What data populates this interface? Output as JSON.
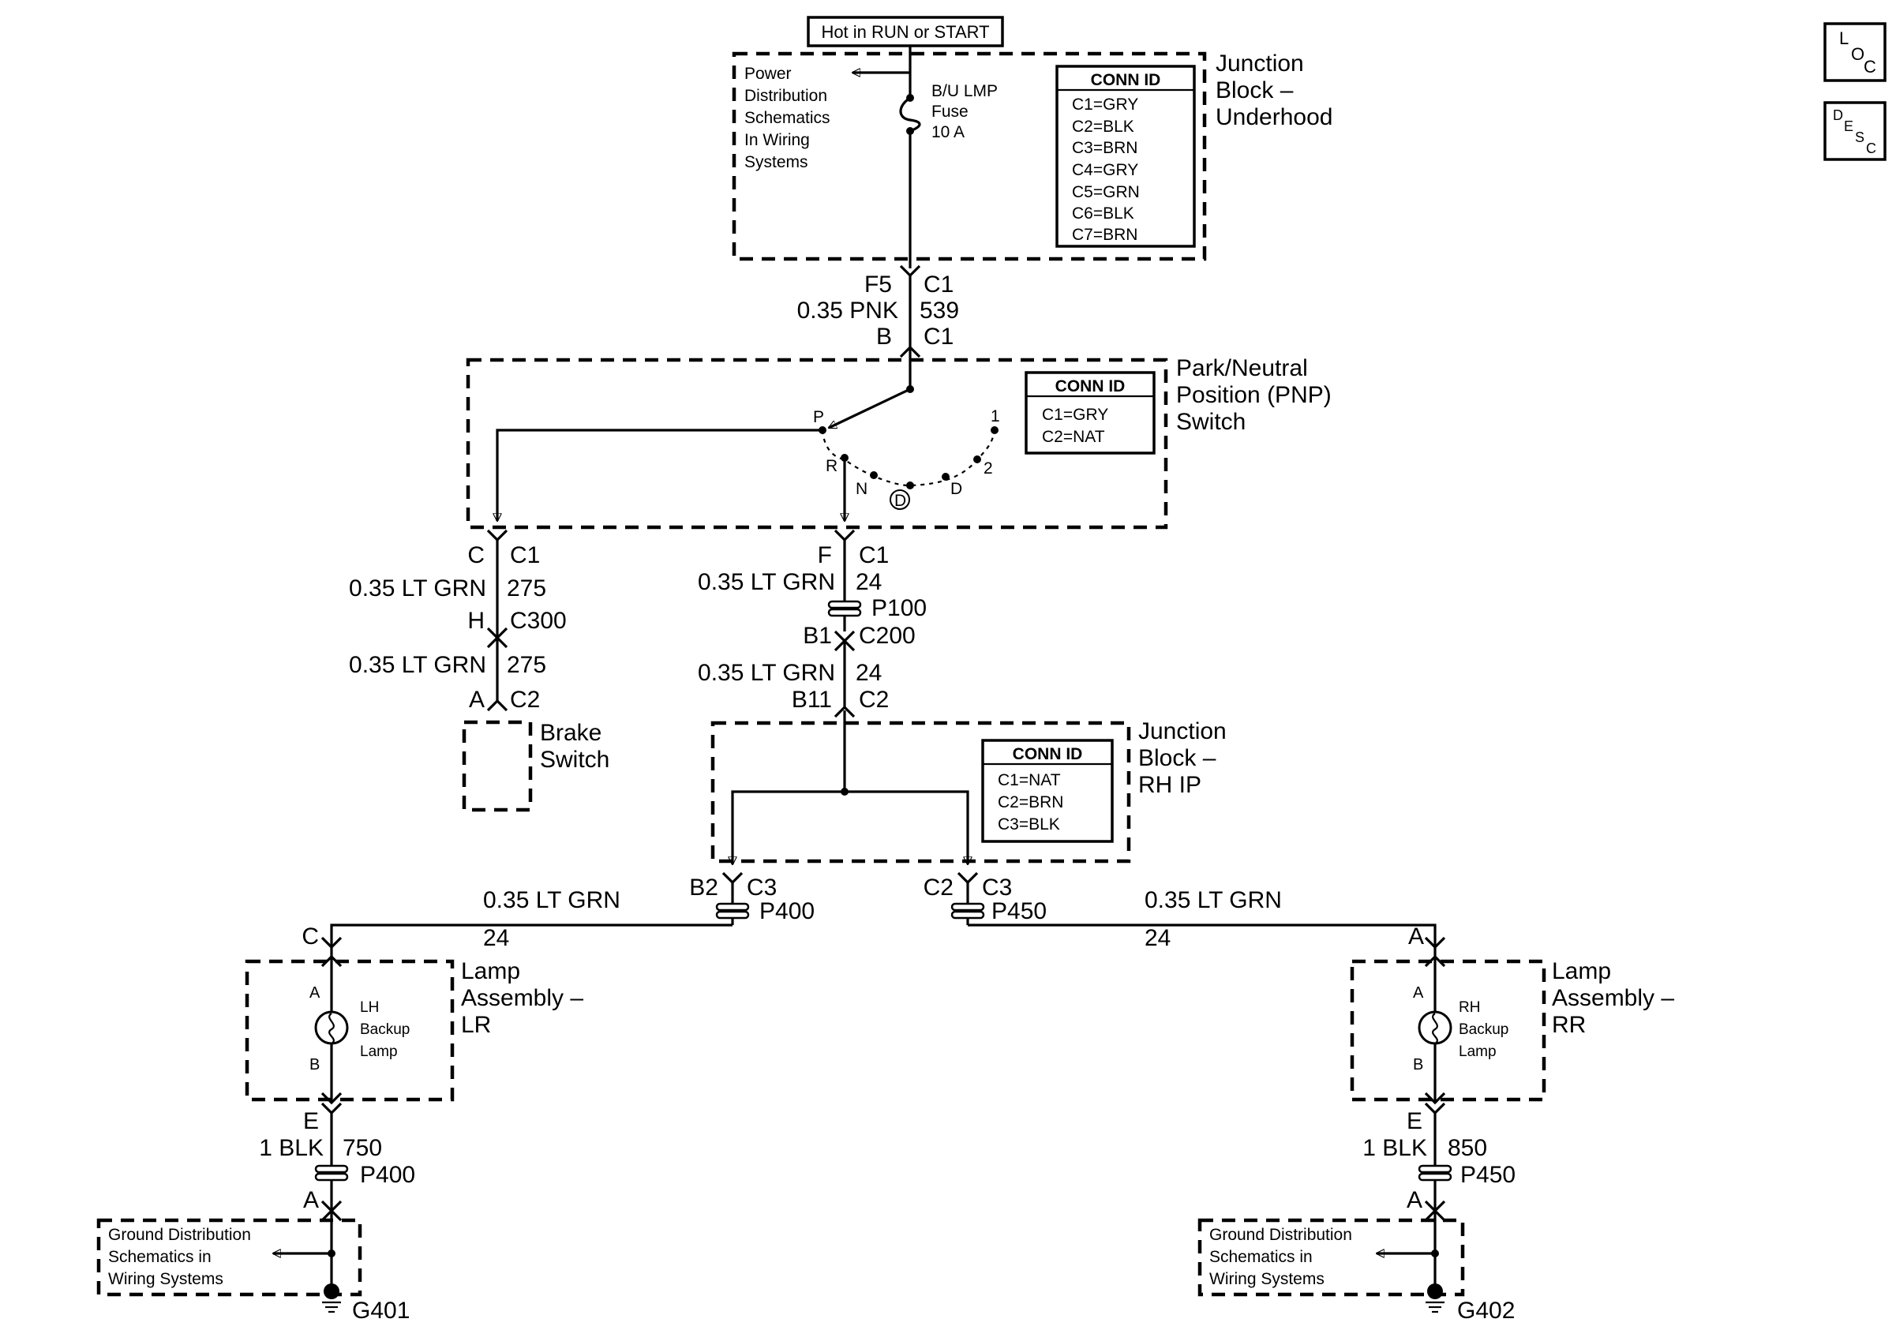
{
  "hot_label": "Hot in RUN or START",
  "nav": {
    "loc": {
      "a": "L",
      "b": "O",
      "c": "C"
    },
    "desc": {
      "a": "D",
      "b": "E",
      "c": "S",
      "d": "C"
    }
  },
  "junction_block_underhood": {
    "title_lines": [
      "Junction",
      "Block –",
      "Underhood"
    ],
    "power_ref_lines": [
      "Power",
      "Distribution",
      "Schematics",
      "In Wiring",
      "Systems"
    ],
    "fuse_lines": [
      "B/U LMP",
      "Fuse",
      "10 A"
    ],
    "conn_id": {
      "title": "CONN ID",
      "items": [
        "C1=GRY",
        "C2=BLK",
        "C3=BRN",
        "C4=GRY",
        "C5=GRN",
        "C6=BLK",
        "C7=BRN"
      ]
    }
  },
  "wire_top": {
    "pin_upper": "F5",
    "conn_upper": "C1",
    "wire": "0.35 PNK",
    "circuit": "539",
    "pin_lower": "B",
    "conn_lower": "C1"
  },
  "pnp_switch": {
    "title_lines": [
      "Park/Neutral",
      "Position (PNP)",
      "Switch"
    ],
    "conn_id": {
      "title": "CONN ID",
      "items": [
        "C1=GRY",
        "C2=NAT"
      ]
    },
    "positions": {
      "p": "P",
      "r": "R",
      "n": "N",
      "d_circled": "D",
      "d": "D",
      "two": "2",
      "one": "1"
    }
  },
  "brake_branch": {
    "pin1": "C",
    "conn1": "C1",
    "wire1": "0.35 LT GRN",
    "circuit1": "275",
    "pin2": "H",
    "conn2": "C300",
    "wire2": "0.35 LT GRN",
    "circuit2": "275",
    "pin3": "A",
    "conn3": "C2",
    "switch_lines": [
      "Brake",
      "Switch"
    ]
  },
  "center_branch": {
    "pin1": "F",
    "conn1": "C1",
    "wire1": "0.35 LT GRN",
    "circuit1": "24",
    "splice1": "P100",
    "pin2": "B1",
    "conn2": "C200",
    "wire2": "0.35 LT GRN",
    "circuit2": "24",
    "pin3": "B11",
    "conn3": "C2"
  },
  "junction_block_rh_ip": {
    "title_lines": [
      "Junction",
      "Block –",
      "RH IP"
    ],
    "conn_id": {
      "title": "CONN ID",
      "items": [
        "C1=NAT",
        "C2=BRN",
        "C3=BLK"
      ]
    }
  },
  "left_output": {
    "pin": "B2",
    "conn": "C3",
    "splice": "P400",
    "wire": "0.35 LT GRN",
    "circuit": "24",
    "lamp_pin": "C"
  },
  "right_output": {
    "pin": "C2",
    "conn": "C3",
    "splice": "P450",
    "wire": "0.35 LT GRN",
    "circuit": "24",
    "lamp_pin": "A"
  },
  "lamp_lr": {
    "title_lines": [
      "Lamp",
      "Assembly –",
      "LR"
    ],
    "lamp_lines": [
      "LH",
      "Backup",
      "Lamp"
    ],
    "pin_a": "A",
    "pin_b": "B",
    "out_pin": "E",
    "wire": "1 BLK",
    "circuit": "750",
    "splice": "P400",
    "ground_pin": "A",
    "ground_ref_lines": [
      "Ground Distribution",
      "Schematics in",
      "Wiring Systems"
    ],
    "ground": "G401"
  },
  "lamp_rr": {
    "title_lines": [
      "Lamp",
      "Assembly –",
      "RR"
    ],
    "lamp_lines": [
      "RH",
      "Backup",
      "Lamp"
    ],
    "pin_a": "A",
    "pin_b": "B",
    "out_pin": "E",
    "wire": "1 BLK",
    "circuit": "850",
    "splice": "P450",
    "ground_pin": "A",
    "ground_ref_lines": [
      "Ground Distribution",
      "Schematics in",
      "Wiring Systems"
    ],
    "ground": "G402"
  }
}
